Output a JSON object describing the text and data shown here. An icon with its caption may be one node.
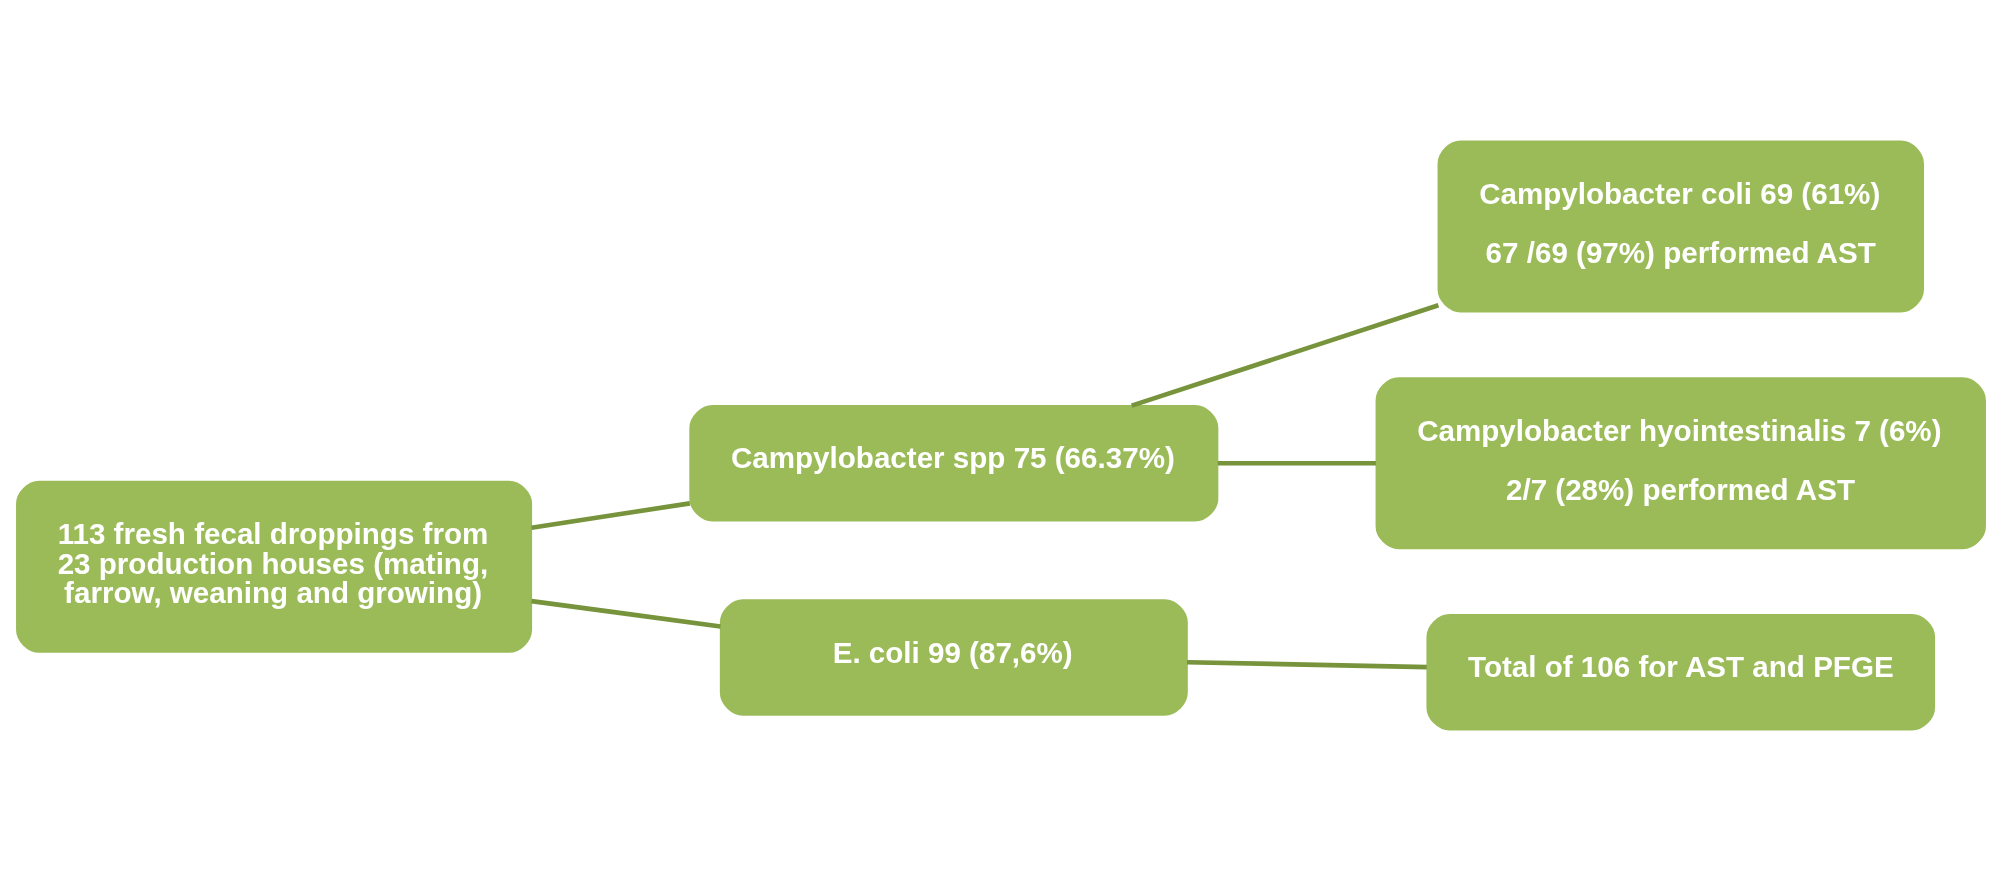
{
  "diagram": {
    "nodes": [
      {
        "text": [
          "113 fresh fecal droppings from 23 production houses (mating, farrow, weaning and growing)"
        ]
      },
      {
        "text": [
          "Campylobacter spp 75 (66.37%)"
        ]
      },
      {
        "text": [
          "Campylobacter coli 69 (61%)",
          "67 /69 (97%) performed AST"
        ]
      },
      {
        "text": [
          "Campylobacter hyointestinalis 7 (6%)",
          "2/7 (28%) performed AST"
        ]
      },
      {
        "text": [
          "E. coli 99 (87,6%)"
        ]
      },
      {
        "text": [
          "Total of 106 for AST and PFGE"
        ]
      }
    ],
    "edges": [
      {
        "from": 0,
        "to": 1,
        "arrow": "none"
      },
      {
        "from": 0,
        "to": 4,
        "arrow": "none"
      },
      {
        "from": 1,
        "to": 2,
        "arrow": "none"
      },
      {
        "from": 1,
        "to": 3,
        "arrow": "none"
      },
      {
        "from": 4,
        "to": 5,
        "arrow": "none"
      }
    ]
  }
}
